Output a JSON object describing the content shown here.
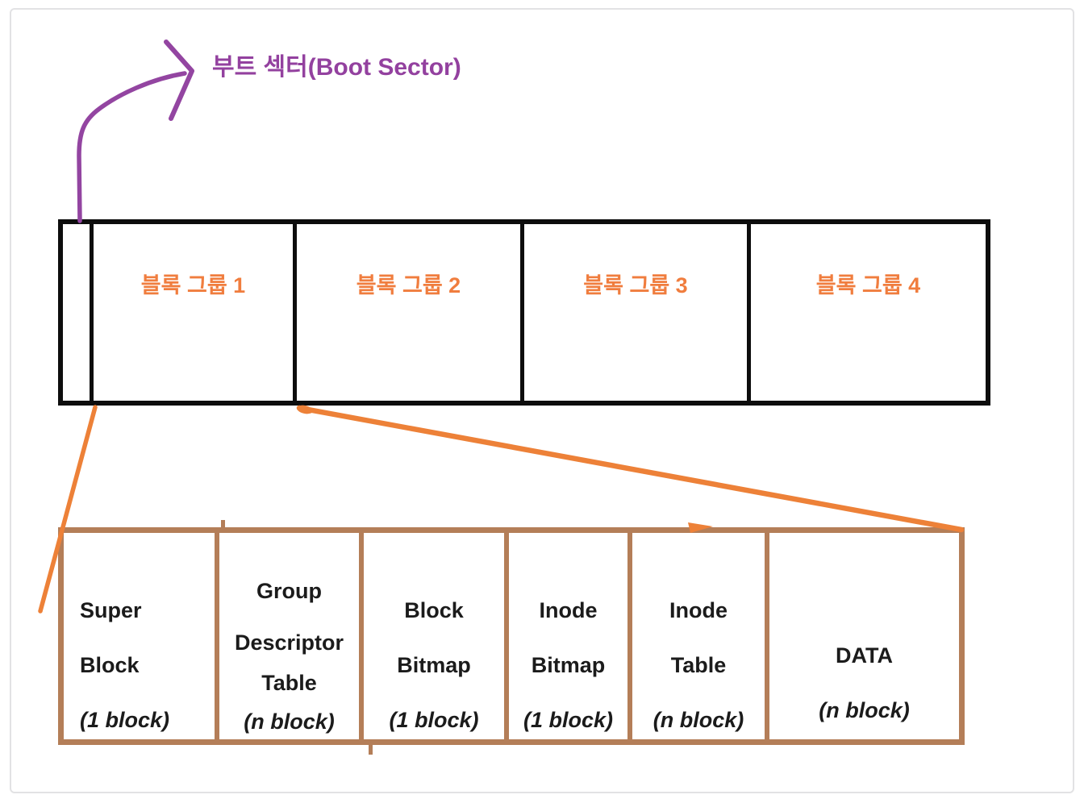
{
  "colors": {
    "purple": "#93419f",
    "orange_line": "#ed8138",
    "orange_text": "#f07d3e",
    "brown": "#b47e58",
    "black": "#0d0d0d",
    "frame_gray": "#e2e2e4"
  },
  "annotation": {
    "boot_sector": "부트 섹터(Boot Sector)"
  },
  "disk": {
    "groups": [
      {
        "label": "블록 그룹 1"
      },
      {
        "label": "블록 그룹 2"
      },
      {
        "label": "블록 그룹 3"
      },
      {
        "label": "블록 그룹 4"
      }
    ]
  },
  "detail": {
    "cells": [
      {
        "line1": "Super",
        "line2": "Block",
        "size": "(1 block)"
      },
      {
        "line1": "Group",
        "line2": "Descriptor",
        "line3": "Table",
        "size": "(n block)"
      },
      {
        "line1": "Block",
        "line2": "Bitmap",
        "size": "(1 block)"
      },
      {
        "line1": "Inode",
        "line2": "Bitmap",
        "size": "(1 block)"
      },
      {
        "line1": "Inode",
        "line2": "Table",
        "size": "(n block)"
      },
      {
        "line1": "DATA",
        "size": "(n block)"
      }
    ]
  }
}
